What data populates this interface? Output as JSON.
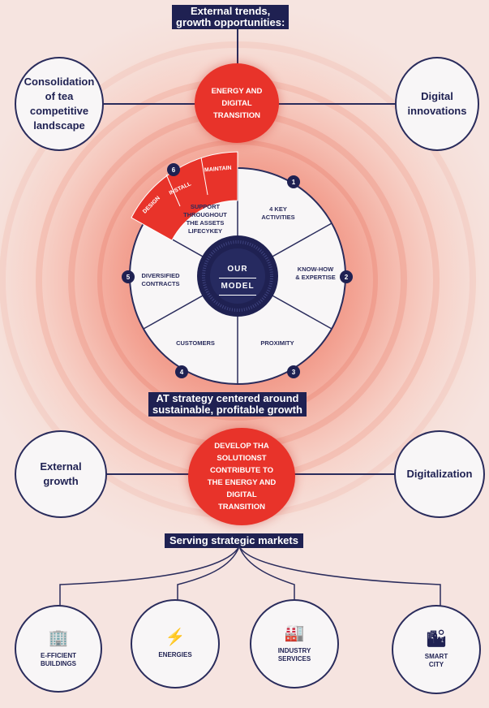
{
  "top_banner": {
    "line1": "External trends,",
    "line2": "growth opportunities:"
  },
  "top_left": "Consolidation of tea competitive landscape",
  "top_right": "Digital innovations",
  "top_center": "ENERGY AND DIGITAL TRANSITION",
  "model": {
    "center_line1": "OUR",
    "center_line2": "MODEL",
    "support_label": "SUPPORT THROUGHOUT THE ASSETS LIFECYKEY",
    "arc_labels": [
      "DESIGN",
      "INSTALL",
      "MAINTAIN"
    ],
    "segments": [
      {
        "num": "1",
        "label": "4 KEY ACTIVITIES"
      },
      {
        "num": "2",
        "label": "KNOW-HOW & EXPERTISE"
      },
      {
        "num": "3",
        "label": "PROXIMITY"
      },
      {
        "num": "4",
        "label": "CUSTOMERS"
      },
      {
        "num": "5",
        "label": "DIVERSIFIED CONTRACTS"
      },
      {
        "num": "6",
        "label": ""
      }
    ]
  },
  "mid_banner": {
    "line1": "AT strategy centered around",
    "line2": "sustainable, profitable growth"
  },
  "mid_left": "External growth",
  "mid_right": "Digitalization",
  "mid_center": "DEVELOP THA SOLUTIONST CONTRIBUTE TO THE ENERGY AND DIGITAL TRANSITION",
  "bottom_banner": "Serving strategic markets",
  "markets": [
    {
      "icon": "building-icon",
      "glyph": "🏢",
      "label": "E-FFICIENT BUILDINGS"
    },
    {
      "icon": "lightning-icon",
      "glyph": "⚡",
      "label": "ENERGIES"
    },
    {
      "icon": "factory-icon",
      "glyph": "🏭",
      "label": "INDUSTRY SERVICES"
    },
    {
      "icon": "smart-city-icon",
      "glyph": "🏙",
      "label": "SMART CITY"
    }
  ],
  "colors": {
    "navy": "#1f2152",
    "red": "#e8332a",
    "background": "#f6e4e0"
  }
}
